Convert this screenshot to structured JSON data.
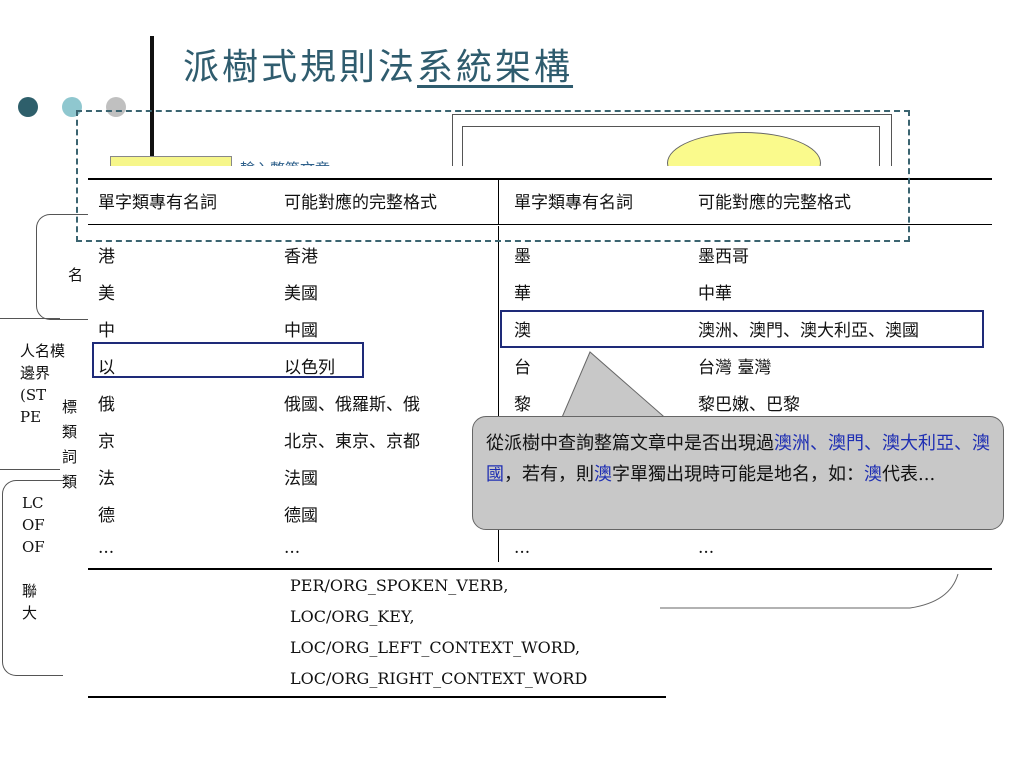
{
  "title": {
    "plain": "派樹式規則法",
    "underlined": "系統架構"
  },
  "colors": {
    "dot1": "#2e5f6b",
    "dot2": "#8fc7cf",
    "dot3": "#c0c0c0",
    "accent": "#1f2fb3"
  },
  "diagram": {
    "input_label": "輸入整篇文章"
  },
  "left_fragments": {
    "box_a_char": "名",
    "box_b_lines": [
      "人名模",
      "邊界",
      "(ST",
      "PE"
    ],
    "box_b_inner": [
      "標",
      "類",
      "詞",
      "類"
    ],
    "box_c_lines": [
      "LC",
      "OF",
      "OF",
      "",
      "聯",
      "大"
    ]
  },
  "table": {
    "headers": [
      "單字類專有名詞",
      "可能對應的完整格式",
      "單字類專有名詞",
      "可能對應的完整格式"
    ],
    "left_rows": [
      {
        "char": "港",
        "full": "香港"
      },
      {
        "char": "美",
        "full": "美國"
      },
      {
        "char": "中",
        "full": "中國"
      },
      {
        "char": "以",
        "full": "以色列"
      },
      {
        "char": "俄",
        "full": "俄國、俄羅斯、俄"
      },
      {
        "char": "京",
        "full": "北京、東京、京都"
      },
      {
        "char": "法",
        "full": "法國"
      },
      {
        "char": "德",
        "full": "德國"
      },
      {
        "char": "...",
        "full": "..."
      }
    ],
    "right_rows": [
      {
        "char": "墨",
        "full": "墨西哥"
      },
      {
        "char": "華",
        "full": "中華"
      },
      {
        "char": "澳",
        "full": "澳洲、澳門、澳大利亞、澳國"
      },
      {
        "char": "台",
        "full": "台灣 臺灣"
      },
      {
        "char": "黎",
        "full": "黎巴嫩、巴黎"
      },
      {
        "char": "",
        "full": ""
      },
      {
        "char": "",
        "full": ""
      },
      {
        "char": "",
        "full": ""
      },
      {
        "char": "...",
        "full": "..."
      }
    ],
    "bottom_lines": [
      "PER/ORG_SPOKEN_VERB,",
      "LOC/ORG_KEY,",
      "LOC/ORG_LEFT_CONTEXT_WORD,",
      "LOC/ORG_RIGHT_CONTEXT_WORD"
    ]
  },
  "callout": {
    "parts": [
      {
        "text": "從派樹中查詢整篇文章中是否出現過",
        "blue": false
      },
      {
        "text": "澳洲、澳門、澳大利亞、澳國",
        "blue": true
      },
      {
        "text": "，若有，則",
        "blue": false
      },
      {
        "text": "澳",
        "blue": true
      },
      {
        "text": "字單獨出現時可能是地名，如：",
        "blue": false
      },
      {
        "text": "澳",
        "blue": true
      },
      {
        "text": "代表...",
        "blue": false
      }
    ]
  }
}
